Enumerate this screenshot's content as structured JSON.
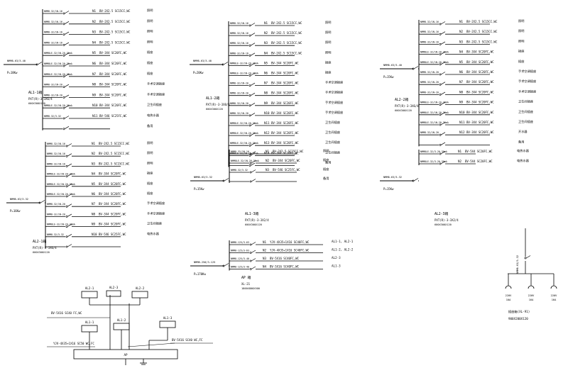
{
  "panels": [
    {
      "id": "AL1-1",
      "incoming": {
        "breaker": "NMM8-63/3-40",
        "power": "P=18Kw"
      },
      "caption": {
        "name": "AL1-1箱",
        "model": "PXT(R)-3-3X6/4",
        "size": "600X300X120"
      },
      "circuits": [
        {
          "breaker": "NMM8-32/1N-16",
          "code": "N1",
          "cable": "BV-2X2.5 SC15CC,WC",
          "use": "照明"
        },
        {
          "breaker": "NMM8-32/1N-16",
          "code": "N2",
          "cable": "BV-2X2.5 SC15CC,WC",
          "use": "照明"
        },
        {
          "breaker": "NMM8-32/1N-16",
          "code": "N3",
          "cable": "BV-2X2.5 SC15CC,WC",
          "use": "照明"
        },
        {
          "breaker": "NMM8-32/1N-16",
          "code": "N4",
          "cable": "BV-2X2.5 SC15CC,WC",
          "use": "照明"
        },
        {
          "breaker": "NMM8LE-32/1N-20-30mA",
          "code": "N5",
          "cable": "BV-3X4 SC20FC,WC",
          "use": "插座"
        },
        {
          "breaker": "NMM8LE-32/1N-20-30mA",
          "code": "N6",
          "cable": "BV-3X4 SC20FC,WC",
          "use": "插座"
        },
        {
          "breaker": "NMM8LE-32/1N-20-30mA",
          "code": "N7",
          "cable": "BV-3X4 SC20FC,WC",
          "use": "插座"
        },
        {
          "breaker": "NMM8-32/1N-20",
          "code": "N8",
          "cable": "BV-3X4 SC20FC,WC",
          "use": "手术空调插座"
        },
        {
          "breaker": "NMM8-32/1N-20",
          "code": "N9",
          "cable": "BV-3X4 SC20FC,WC",
          "use": "手术空调插座"
        },
        {
          "breaker": "NMM8LE-32/1N-20-30mA",
          "code": "N10",
          "cable": "BV-3X4 SC20FC,WC",
          "use": "卫生间插座"
        },
        {
          "breaker": "NMM8-32/3-32",
          "code": "N11",
          "cable": "BV-5X6 SC25FC,WC",
          "use": "电热水器"
        },
        {
          "breaker": "",
          "code": "",
          "cable": "",
          "use": "备用"
        }
      ]
    },
    {
      "id": "AL1-2",
      "incoming": {
        "breaker": "NMM8-63/3-40",
        "power": "P=20Kw"
      },
      "caption": {
        "name": "AL1-2箱",
        "model": "PXT(R)-3-3X8/4",
        "size": "600X300X120"
      },
      "circuits": [
        {
          "breaker": "NMM8-32/1N-16",
          "code": "N1",
          "cable": "BV-2X2.5 SC15CC,WC",
          "use": "照明"
        },
        {
          "breaker": "NMM8-32/1N-16",
          "code": "N2",
          "cable": "BV-2X2.5 SC15CC,WC",
          "use": "照明"
        },
        {
          "breaker": "NMM8-32/1N-16",
          "code": "N3",
          "cable": "BV-2X2.5 SC15CC,WC",
          "use": "照明"
        },
        {
          "breaker": "NMM8-32/1N-16",
          "code": "N4",
          "cable": "BV-2X2.5 SC15CC,WC",
          "use": "照明"
        },
        {
          "breaker": "NMM8LE-32/1N-20-30mA",
          "code": "N5",
          "cable": "BV-3X4 SC20FC,WC",
          "use": "插座"
        },
        {
          "breaker": "NMM8LE-32/1N-20-30mA",
          "code": "N6",
          "cable": "BV-3X4 SC20FC,WC",
          "use": "插座"
        },
        {
          "breaker": "NMM8-32/1N-20",
          "code": "N7",
          "cable": "BV-3X4 SC20FC,WC",
          "use": "手术空调插座"
        },
        {
          "breaker": "NMM8-32/1N-20",
          "code": "N8",
          "cable": "BV-3X4 SC20FC,WC",
          "use": "手术空调插座"
        },
        {
          "breaker": "NMM8-32/1N-20",
          "code": "N9",
          "cable": "BV-3X4 SC20FC,WC",
          "use": "手术空调插座"
        },
        {
          "breaker": "NMM8-32/1N-20",
          "code": "N10",
          "cable": "BV-3X4 SC20FC,WC",
          "use": "手术空调插座"
        },
        {
          "breaker": "NMM8LE-32/1N-20-30mA",
          "code": "N11",
          "cable": "BV-3X4 SC20FC,WC",
          "use": "卫生间插座"
        },
        {
          "breaker": "NMM8LE-32/1N-20-30mA",
          "code": "N12",
          "cable": "BV-3X4 SC20FC,WC",
          "use": "卫生间插座"
        },
        {
          "breaker": "NMM8LE-32/1N-20-30mA",
          "code": "N13",
          "cable": "BV-3X4 SC20FC,WC",
          "use": "卫生间插座"
        },
        {
          "breaker": "NMM8LE-32/1N-20-30mA",
          "code": "N14",
          "cable": "BV-3X4 SC20FC,WC",
          "use": "卫生间插座"
        },
        {
          "breaker": "",
          "code": "",
          "cable": "",
          "use": "备用"
        }
      ]
    },
    {
      "id": "AL2-2",
      "incoming": {
        "breaker": "NMM8-63/3-40",
        "power": "P=15Kw"
      },
      "caption": {
        "name": "AL2-2箱",
        "model": "PXT(R)-3-3X6/4",
        "size": "600X300X120"
      },
      "circuits": [
        {
          "breaker": "NMM8-32/1N-16",
          "code": "N1",
          "cable": "BV-2X2.5 SC15CC,WC",
          "use": "照明"
        },
        {
          "breaker": "NMM8-32/1N-16",
          "code": "N2",
          "cable": "BV-2X2.5 SC15CC,WC",
          "use": "照明"
        },
        {
          "breaker": "NMM8-32/1N-16",
          "code": "N3",
          "cable": "BV-2X2.5 SC15CC,WC",
          "use": "照明"
        },
        {
          "breaker": "NMM8LE-32/1N-20-30mA",
          "code": "N4",
          "cable": "BV-3X4 SC20FC,WC",
          "use": "插座"
        },
        {
          "breaker": "NMM8LE-32/1N-20-30mA",
          "code": "N5",
          "cable": "BV-3X4 SC20FC,WC",
          "use": "插座"
        },
        {
          "breaker": "NMM8-32/1N-20",
          "code": "N6",
          "cable": "BV-3X4 SC20FC,WC",
          "use": "手术空调插座"
        },
        {
          "breaker": "NMM8-32/1N-20",
          "code": "N7",
          "cable": "BV-3X4 SC20FC,WC",
          "use": "手术空调插座"
        },
        {
          "breaker": "NMM8-32/1N-20",
          "code": "N8",
          "cable": "BV-3X4 SC20FC,WC",
          "use": "手术空调插座"
        },
        {
          "breaker": "NMM8LE-32/1N-20-30mA",
          "code": "N9",
          "cable": "BV-3X4 SC20FC,WC",
          "use": "卫生间插座"
        },
        {
          "breaker": "NMM8LE-32/1N-20-30mA",
          "code": "N10",
          "cable": "BV-3X4 SC20FC,WC",
          "use": "卫生间插座"
        },
        {
          "breaker": "NMM8LE-32/1N-20-30mA",
          "code": "N11",
          "cable": "BV-3X4 SC20FC,WC",
          "use": "卫生间插座"
        },
        {
          "breaker": "NMM8-32/1N-20",
          "code": "N12",
          "cable": "BV-3X4 SC20FC,WC",
          "use": "开水器"
        },
        {
          "breaker": "",
          "code": "",
          "cable": "",
          "use": "备用"
        }
      ]
    },
    {
      "id": "AL2-1",
      "incoming": {
        "breaker": "NMM8-63/3-32",
        "power": "P=16Kw"
      },
      "caption": {
        "name": "AL2-1箱",
        "model": "PXT(R)-3-3X6/4",
        "size": "600X300X120"
      },
      "circuits": [
        {
          "breaker": "NMM8-32/1N-16",
          "code": "N1",
          "cable": "BV-2X2.5 SC15CC,WC",
          "use": "照明"
        },
        {
          "breaker": "NMM8-32/1N-16",
          "code": "N2",
          "cable": "BV-2X2.5 SC15CC,WC",
          "use": "照明"
        },
        {
          "breaker": "NMM8-32/1N-16",
          "code": "N3",
          "cable": "BV-2X2.5 SC15CC,WC",
          "use": "照明"
        },
        {
          "breaker": "NMM8LE-32/1N-20-30mA",
          "code": "N4",
          "cable": "BV-3X4 SC20FC,WC",
          "use": "插座"
        },
        {
          "breaker": "NMM8LE-32/1N-20-30mA",
          "code": "N5",
          "cable": "BV-3X4 SC20FC,WC",
          "use": "插座"
        },
        {
          "breaker": "NMM8LE-32/1N-20-30mA",
          "code": "N6",
          "cable": "BV-3X4 SC20FC,WC",
          "use": "插座"
        },
        {
          "breaker": "NMM8-32/1N-20",
          "code": "N7",
          "cable": "BV-3X4 SC20FC,WC",
          "use": "手术空调插座"
        },
        {
          "breaker": "NMM8-32/1N-20",
          "code": "N8",
          "cable": "BV-3X4 SC20FC,WC",
          "use": "手术空调插座"
        },
        {
          "breaker": "NMM8LE-32/1N-20-30mA",
          "code": "N9",
          "cable": "BV-3X4 SC20FC,WC",
          "use": "卫生间插座"
        },
        {
          "breaker": "NMM8-32/3-32",
          "code": "N10",
          "cable": "BV-5X6 SC25FC,WC",
          "use": "电热水器"
        },
        {
          "breaker": "",
          "code": "",
          "cable": "",
          "use": ""
        }
      ]
    },
    {
      "id": "AL1-3",
      "incoming": {
        "breaker": "NMM8-63/3-32",
        "power": "P=15Kw"
      },
      "caption": {
        "name": "AL1-3箱",
        "model": "PXT(R)-3-3X2/4",
        "size": "600X300X120"
      },
      "circuits": [
        {
          "breaker": "NMM8-32/1N-16",
          "code": "N1",
          "cable": "BV-2X2.5 SC15CC,WC",
          "use": "照明"
        },
        {
          "breaker": "NMM8LE-32/1N-20-30mA",
          "code": "N2",
          "cable": "BV-3X4 SC20FC,WC",
          "use": "插座"
        },
        {
          "breaker": "NMM8-32/3-32",
          "code": "N3",
          "cable": "BV-5X6 SC25FC,WC",
          "use": "插座"
        },
        {
          "breaker": "",
          "code": "",
          "cable": "",
          "use": "备用"
        }
      ]
    },
    {
      "id": "AL2-3",
      "incoming": {
        "breaker": "NMM8-63/3-32",
        "power": "P=15Kw"
      },
      "caption": {
        "name": "AL2-3箱",
        "model": "PXT(R)-3-3X2/4",
        "size": "600X300X120"
      },
      "circuits": [
        {
          "breaker": "NMM8LE-32/3-20-30mA",
          "code": "N1",
          "cable": "BV-5X4 SC20FC,WC",
          "use": "电热水器"
        },
        {
          "breaker": "NMM8LE-32/3-20-30mA",
          "code": "N2",
          "cable": "BV-5X4 SC20FC,WC",
          "use": "电热水器"
        }
      ]
    },
    {
      "id": "AP",
      "incoming": {
        "breaker": "NMM8-250/3-125",
        "power": "P=170Kw"
      },
      "caption": {
        "name": "AP 箱",
        "model": "XL-21",
        "size": "1800X800X500"
      },
      "circuits": [
        {
          "breaker": "NMM8-125/3-63",
          "code": "N1",
          "cable": "YJV-4X35+1X16 SC40FC,WC",
          "use": "AL1-1, AL2-1"
        },
        {
          "breaker": "NMM8-125/3-63",
          "code": "N2",
          "cable": "YJV-4X35+1X16 SC40FC,WC",
          "use": "AL1-2, AL2-2"
        },
        {
          "breaker": "NMM8-125/3-40",
          "code": "N3",
          "cable": "BV-5X16 SC40FC,WC",
          "use": "AL2-3"
        },
        {
          "breaker": "NMM8-125/3-40",
          "code": "N4",
          "cable": "BV-5X16 SC40FC,WC",
          "use": "AL1-3"
        }
      ]
    }
  ],
  "riser": {
    "boxes": [
      "AL2-3",
      "AL2-1",
      "AL2-2",
      "AL1-1",
      "AL1-2",
      "AL1-3",
      "AP"
    ],
    "cable_labels": [
      "BV-5X16 SC40 FC,WC",
      "YJV-4X35+1X16 SC50 WC,FC",
      "BV-5X16 SC40 WC,FC"
    ]
  },
  "detail": {
    "breaker_label": "NMM8-63/3-32",
    "outlets": [
      {
        "voltage": "220V",
        "current": "10A"
      },
      {
        "voltage": "220V",
        "current": "16A"
      },
      {
        "voltage": "220V",
        "current": "16A"
      }
    ],
    "caption": "插座箱(XL-91)",
    "size": "900X200X120"
  }
}
